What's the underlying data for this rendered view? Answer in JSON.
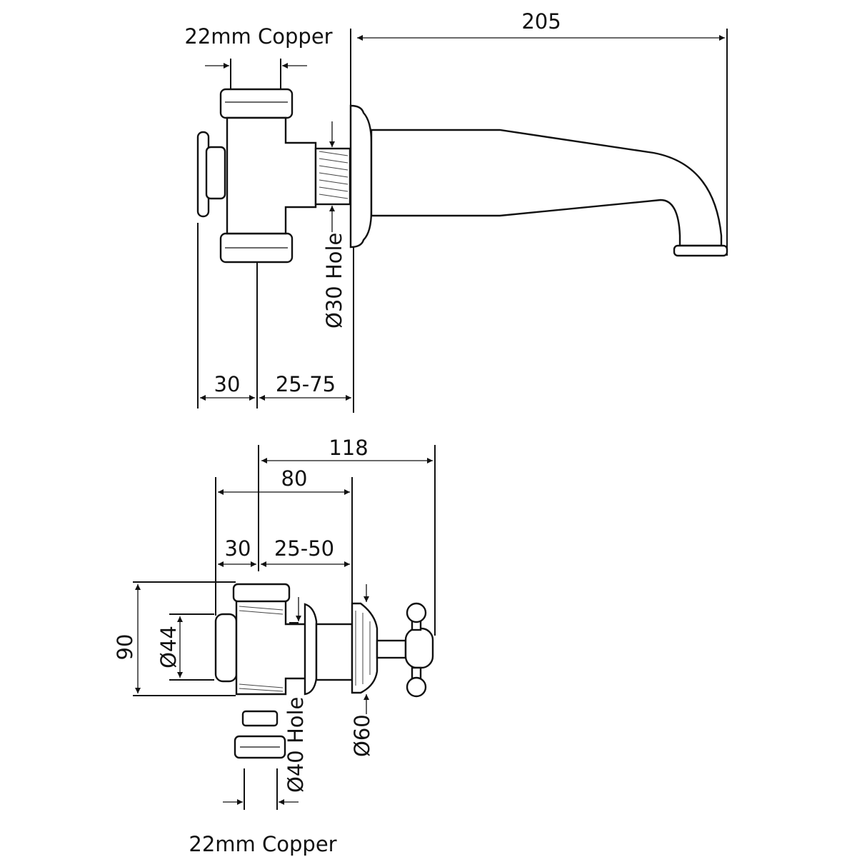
{
  "top_view": {
    "pipe_label": "22mm Copper",
    "overall_length": "205",
    "hole_label": "Ø30 Hole",
    "offset_a": "30",
    "offset_b": "25-75"
  },
  "bottom_view": {
    "length_a": "118",
    "length_b": "80",
    "offset_a": "30",
    "offset_b": "25-50",
    "height": "90",
    "body_dia": "Ø44",
    "hole_label": "Ø40 Hole",
    "flange_dia": "Ø60",
    "pipe_label": "22mm Copper"
  }
}
